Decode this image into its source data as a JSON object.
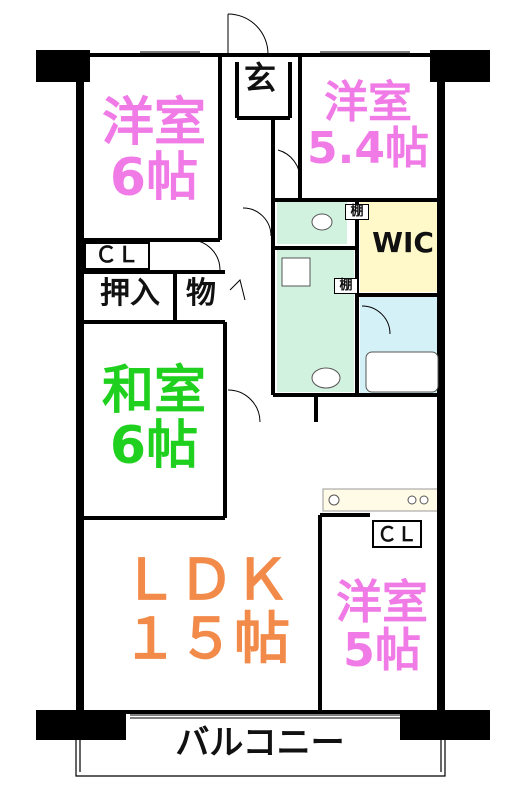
{
  "plan": {
    "rooms": [
      {
        "id": "yoshitsu-nw",
        "line1": "洋室",
        "line2": "6帖"
      },
      {
        "id": "yoshitsu-ne",
        "line1": "洋室",
        "line2": "5.4帖"
      },
      {
        "id": "washitsu",
        "line1": "和室",
        "line2": "6帖"
      },
      {
        "id": "ldk",
        "line1": "ＬＤＫ",
        "line2": "１５帖"
      },
      {
        "id": "yoshitsu-se",
        "line1": "洋室",
        "line2": "5帖"
      }
    ],
    "genkan": "玄",
    "cl1": "ＣＬ",
    "cl2": "ＣＬ",
    "oshiire": "押入",
    "mono": "物",
    "wic": "WIC",
    "tana1": "棚",
    "tana2": "棚",
    "balcony": "バルコニー"
  },
  "colors": {
    "room_pink": "#f07ae6",
    "room_green": "#1fd01f",
    "room_orange": "#f28a4a",
    "wic_fill": "#fff8c8",
    "wet_fill": "#d2f2e0",
    "bath_fill": "#d5f1f8"
  }
}
